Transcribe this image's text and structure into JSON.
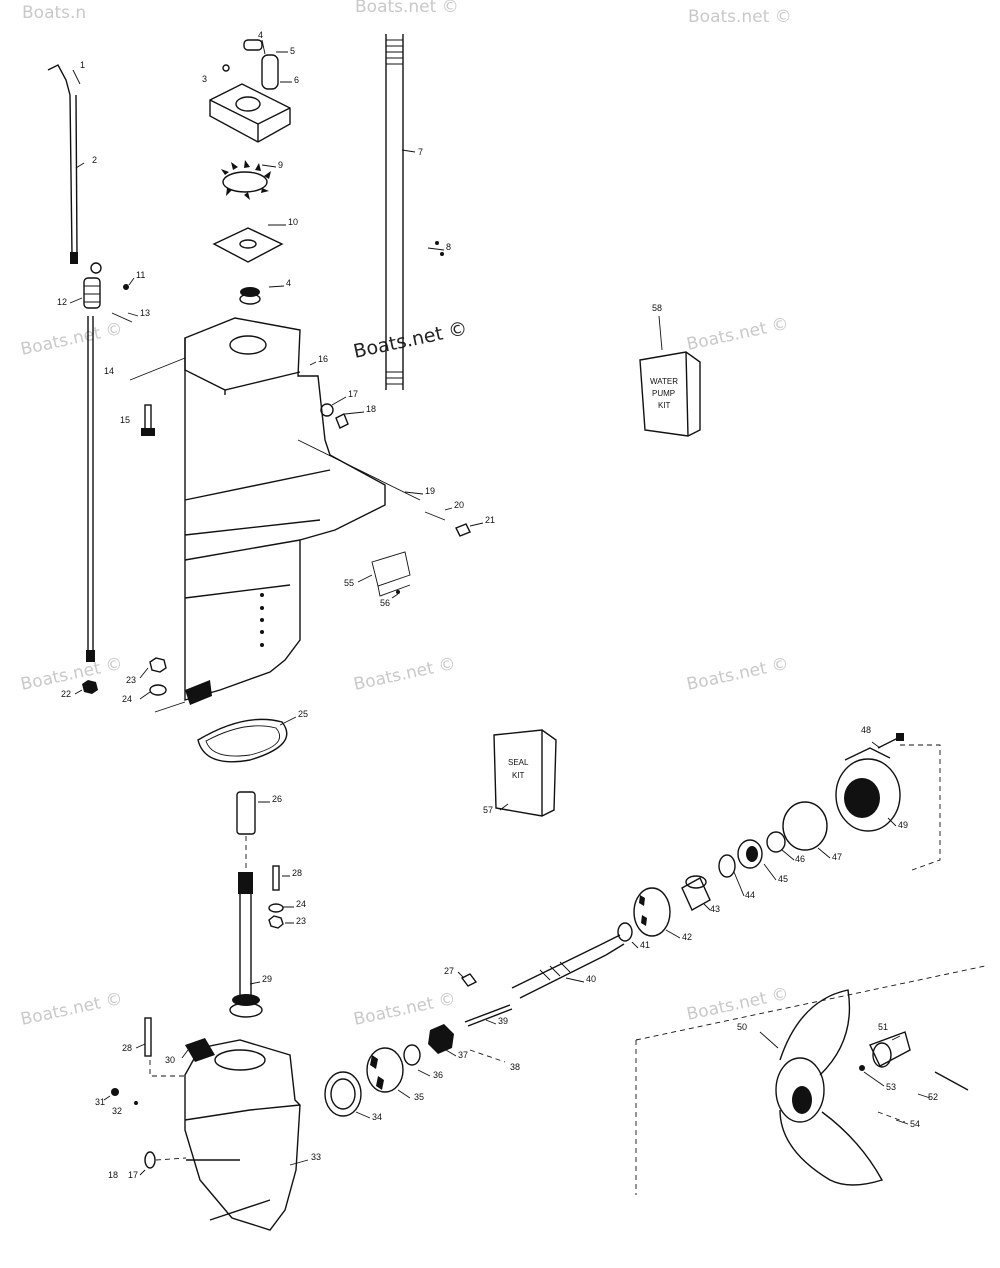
{
  "watermark": {
    "text": "Boats.net ©",
    "top_text": "Boats.n"
  },
  "labels": [
    "1",
    "2",
    "3",
    "4",
    "5",
    "6",
    "7",
    "8",
    "9",
    "10",
    "11",
    "12",
    "13",
    "14",
    "15",
    "16",
    "17",
    "18",
    "19",
    "20",
    "21",
    "22",
    "23",
    "24",
    "25",
    "26",
    "28",
    "24",
    "23",
    "29",
    "27",
    "40",
    "41",
    "42",
    "43",
    "44",
    "45",
    "46",
    "47",
    "48",
    "49",
    "39",
    "37",
    "38",
    "36",
    "35",
    "34",
    "33",
    "28",
    "30",
    "31",
    "32",
    "18",
    "17",
    "50",
    "51",
    "52",
    "53",
    "54",
    "55",
    "56",
    "57",
    "58",
    "4"
  ],
  "kits": {
    "water_pump": [
      "WATER",
      "PUMP",
      "KIT"
    ],
    "seal": [
      "SEAL",
      "KIT"
    ]
  }
}
